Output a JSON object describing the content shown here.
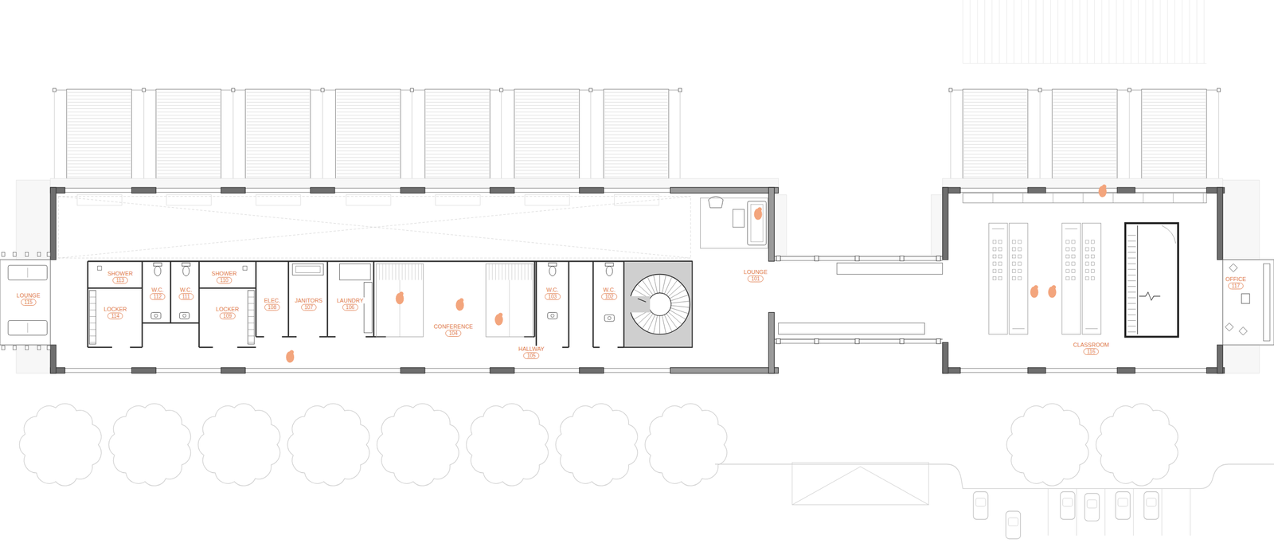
{
  "diagram": {
    "nodes": [
      {
        "text": [
          "LOUNGE",
          "115"
        ]
      },
      {
        "text": [
          "SHOWER",
          "113"
        ]
      },
      {
        "text": [
          "W.C.",
          "112"
        ]
      },
      {
        "text": [
          "W.C.",
          "111"
        ]
      },
      {
        "text": [
          "SHOWER",
          "110"
        ]
      },
      {
        "text": [
          "LOCKER",
          "114"
        ]
      },
      {
        "text": [
          "LOCKER",
          "109"
        ]
      },
      {
        "text": [
          "ELEC.",
          "108"
        ]
      },
      {
        "text": [
          "JANITORS",
          "107"
        ]
      },
      {
        "text": [
          "LAUNDRY",
          "106"
        ]
      },
      {
        "text": [
          "CONFERENCE",
          "104"
        ]
      },
      {
        "text": [
          "HALLWAY",
          "105"
        ]
      },
      {
        "text": [
          "W.C.",
          "103"
        ]
      },
      {
        "text": [
          "W.C.",
          "102"
        ]
      },
      {
        "text": [
          "LOUNGE",
          "101"
        ]
      },
      {
        "text": [
          "CLASSROOM",
          "116"
        ]
      },
      {
        "text": [
          "OFFICE",
          "117"
        ]
      }
    ]
  }
}
